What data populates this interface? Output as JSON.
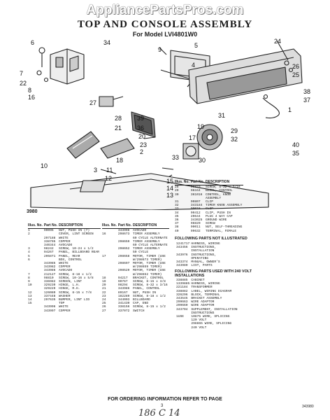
{
  "watermark": "AppliancePartsPros.com",
  "title": "TOP AND CONSOLE ASSEMBLY",
  "model": "For Model LVI4801W0",
  "figure_number": "3980",
  "callouts": [
    "6",
    "34",
    "9",
    "5",
    "4",
    "24",
    "26",
    "25",
    "7",
    "22",
    "8",
    "16",
    "27",
    "38",
    "37",
    "1",
    "28",
    "21",
    "39",
    "36",
    "20",
    "23",
    "40",
    "35",
    "10",
    "3",
    "33",
    "30",
    "11",
    "12",
    "15",
    "14",
    "13",
    "29",
    "32",
    "31",
    "17",
    "2",
    "19",
    "18"
  ],
  "left_table": {
    "headers": [
      "Illus. No.",
      "Part No.",
      "DESCRIPTION"
    ],
    "rows": [
      [
        "1",
        "90095",
        "NUT, PUSH IN (7)"
      ],
      [
        "2",
        "",
        "COVER, LINT SCREEN"
      ],
      [
        "",
        "297188",
        "WHITE"
      ],
      [
        "",
        "338795",
        "COPPER"
      ],
      [
        "",
        "340344",
        "AVOCADO"
      ],
      [
        "3",
        "98242",
        "SCREW, 10-24 x 1/2"
      ],
      [
        "4",
        "94267",
        "PANEL, BILLBOARD REAR"
      ],
      [
        "5",
        "295871",
        "PANEL, REAR"
      ],
      [
        "6",
        "",
        "BOX, CONTROL"
      ],
      [
        "",
        "343985",
        "WHITE"
      ],
      [
        "",
        "343982",
        "COPPER"
      ],
      [
        "",
        "343986",
        "AVOCADO"
      ],
      [
        "7",
        "212127",
        "SCREW, 8-18 x 1/2"
      ],
      [
        "8",
        "98810",
        "SCREW, 10-16 x 5/8"
      ],
      [
        "9",
        "336982",
        "SCREEN, LINT"
      ],
      [
        "10",
        "329230",
        "HINGE, L.H."
      ],
      [
        "",
        "329229",
        "HINGE, R.H."
      ],
      [
        "12",
        "126080",
        "SCREW, 8-15 x 7/8"
      ],
      [
        "13",
        "337448",
        "WASHER"
      ],
      [
        "14",
        "297635",
        "BUMPER, LINT LID"
      ],
      [
        "15",
        "",
        "TOP"
      ],
      [
        "",
        "343996",
        "WHITE"
      ],
      [
        "",
        "343997",
        "COPPER"
      ]
    ]
  },
  "middle_table": {
    "headers": [
      "Illus. No.",
      "Part No.",
      "DESCRIPTION"
    ],
    "rows": [
      [
        "",
        "343998",
        "AVOCADO"
      ],
      [
        "16",
        "298673",
        "TIMER ASSEMBLY"
      ],
      [
        "",
        "",
        "60 CYCLE ALTERNATE"
      ],
      [
        "",
        "298659",
        "TIMER ASSEMBLY"
      ],
      [
        "",
        "",
        "60 CYCLE ALTERNATE"
      ],
      [
        "",
        "298652",
        "TIMER ASSEMBLY"
      ],
      [
        "",
        "",
        "50 CYCLE"
      ],
      [
        "17",
        "298658",
        "MOTOR, TIMER (USE"
      ],
      [
        "",
        "",
        "W/298673 TIMER)"
      ],
      [
        "",
        "298697",
        "MOTOR, TIMER (USE"
      ],
      [
        "",
        "",
        "W/298659 TIMER)"
      ],
      [
        "",
        "298529",
        "MOTOR, TIMER (USE"
      ],
      [
        "",
        "",
        "W/298652 TIMER)"
      ],
      [
        "18",
        "94217",
        "BRACKET, CONTROL"
      ],
      [
        "19",
        "90767",
        "SCREW, 8-15 x 3/8"
      ],
      [
        "20",
        "98294",
        "SCREW, 8-32 x 3/16"
      ],
      [
        "21",
        "343986",
        "PANEL, CONTROL"
      ],
      [
        "22",
        "89167",
        "NUT, PUSH IN"
      ],
      [
        "23",
        "182289",
        "SCREW, 8-18 x 1/2"
      ],
      [
        "24",
        "344003",
        "BILLBOARD"
      ],
      [
        "25",
        "341430",
        "CAP, END"
      ],
      [
        "26",
        "338156",
        "SCREW, 8-15 x 1/2"
      ],
      [
        "27",
        "337072",
        "SWITCH"
      ]
    ]
  },
  "right_table": {
    "headers": [
      "Illus. No.",
      "Part No.",
      "DESCRIPTION"
    ],
    "rows": [
      [
        "28",
        "98823",
        "SCREW, 8-32 x 3/16"
      ],
      [
        "29",
        "98344",
        "BEZEL, CONTROL"
      ],
      [
        "30",
        "361016",
        "CONTROL, KNOB"
      ],
      [
        "",
        "",
        "ASSEMBLY"
      ],
      [
        "31",
        "90807",
        "CLIP"
      ],
      [
        "32",
        "343184",
        "TIMER KNOB ASSEMBLY"
      ],
      [
        "33",
        "90015",
        "CLIP"
      ],
      [
        "34",
        "90412",
        "CLIP, PUSH IN"
      ],
      [
        "35",
        "20644",
        "PLUG 4 WAY CAP"
      ],
      [
        "36",
        "343025",
        "GROUND WIRE"
      ],
      [
        "37",
        "98820",
        "SCREW"
      ],
      [
        "38",
        "90011",
        "NUT, SELF-THREADING"
      ],
      [
        "40",
        "99632",
        "TERMINAL, FEMALE"
      ]
    ]
  },
  "not_illustrated": {
    "heading": "FOLLOWING PARTS NOT ILLUSTRATED",
    "rows": [
      [
        "",
        "1241717",
        "HARNESS, WIRING"
      ],
      [
        "",
        "343456",
        "INSTRUCTIONS,"
      ],
      [
        "",
        "",
        "INSTALLATION"
      ],
      [
        "",
        "343976",
        "INSTRUCTIONS,"
      ],
      [
        "",
        "",
        "OPERATING"
      ],
      [
        "",
        "343374",
        "MANUAL, OWNER'S"
      ],
      [
        "",
        "343980",
        "LIST, PARTS"
      ]
    ]
  },
  "conversion": {
    "heading": "FOLLOWING PARTS USED WITH 240 VOLT INSTALLATIONS",
    "rows": [
      [
        "",
        "338885",
        "CABINET"
      ],
      [
        "",
        "1339885",
        "HARNESS, WIRING"
      ],
      [
        "",
        "221184",
        "TRANSFORMER"
      ],
      [
        "",
        "338882",
        "LABEL, WIRING DIAGRAM"
      ],
      [
        "",
        "326296",
        "BLOCK, TERMINAL"
      ],
      [
        "",
        "343545",
        "BRACKET ASSEMBLY"
      ],
      [
        "",
        "299663",
        "WIRE ADAPTOR"
      ],
      [
        "",
        "299660",
        "WIRE ADAPTOR"
      ],
      [
        "",
        "343704",
        "SUPPLEMENT, INSTALLATION"
      ],
      [
        "",
        "",
        "INSTRUCTIONS"
      ],
      [
        "",
        "1USE",
        "10875 WIRE, SPLICING"
      ],
      [
        "",
        "",
        "120 VOLT"
      ],
      [
        "",
        "",
        "298865 WIRE, SPLICING"
      ],
      [
        "",
        "",
        "240 VOLT"
      ]
    ]
  },
  "footer": "FOR ORDERING INFORMATION REFER TO PAGE",
  "page_number": "3",
  "handwritten": "186 C 14",
  "document_number": "343980"
}
